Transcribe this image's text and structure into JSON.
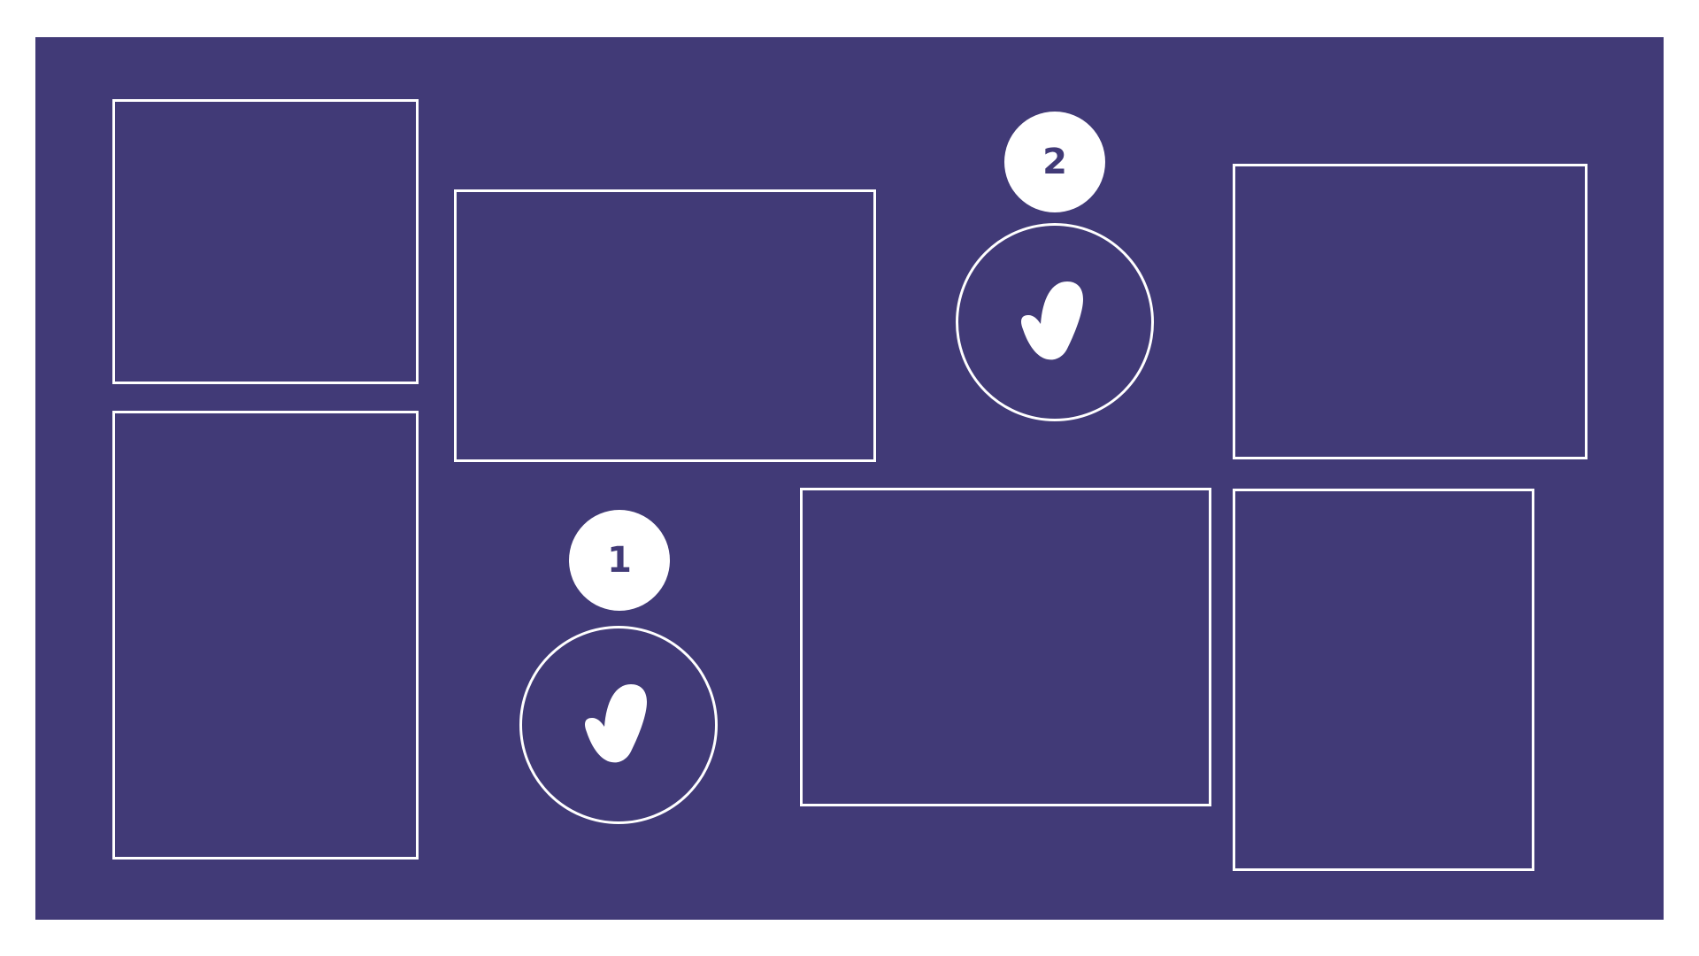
{
  "colors": {
    "canvas_background": "#413a77",
    "outline": "#ffffff",
    "page_background": "#ffffff"
  },
  "frames": [
    {
      "name": "frame-top-left"
    },
    {
      "name": "frame-bottom-left"
    },
    {
      "name": "frame-top-middle"
    },
    {
      "name": "frame-bottom-center"
    },
    {
      "name": "frame-top-right"
    },
    {
      "name": "frame-bottom-right"
    }
  ],
  "markers": [
    {
      "label": "1",
      "icon": "checkmark-icon"
    },
    {
      "label": "2",
      "icon": "checkmark-icon"
    }
  ]
}
